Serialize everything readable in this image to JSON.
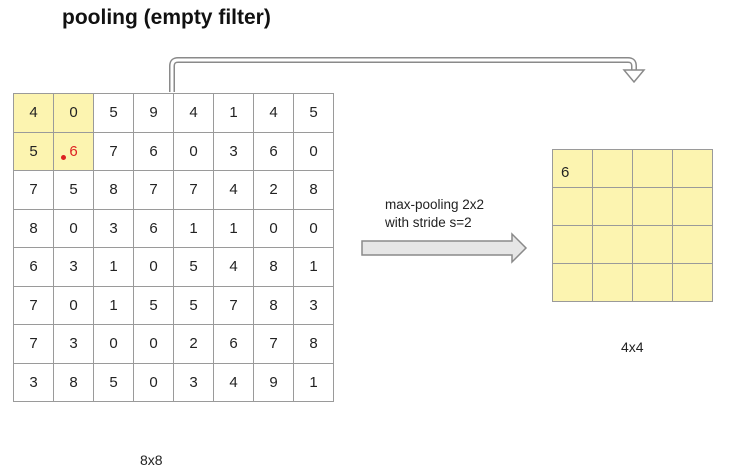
{
  "title": "pooling (empty filter)",
  "input": {
    "rows": [
      [
        "4",
        "0",
        "5",
        "9",
        "4",
        "1",
        "4",
        "5"
      ],
      [
        "5",
        "6",
        "7",
        "6",
        "0",
        "3",
        "6",
        "0"
      ],
      [
        "7",
        "5",
        "8",
        "7",
        "7",
        "4",
        "2",
        "8"
      ],
      [
        "8",
        "0",
        "3",
        "6",
        "1",
        "1",
        "0",
        "0"
      ],
      [
        "6",
        "3",
        "1",
        "0",
        "5",
        "4",
        "8",
        "1"
      ],
      [
        "7",
        "0",
        "1",
        "5",
        "5",
        "7",
        "8",
        "3"
      ],
      [
        "7",
        "3",
        "0",
        "0",
        "2",
        "6",
        "7",
        "8"
      ],
      [
        "3",
        "8",
        "5",
        "0",
        "3",
        "4",
        "9",
        "1"
      ]
    ],
    "size_label": "8x8",
    "highlight_color": "#fcf4b0",
    "max_color": "#dd2222"
  },
  "operation": {
    "line1": "max-pooling 2x2",
    "line2": "with stride s=2"
  },
  "output": {
    "rows": [
      [
        "6",
        "",
        "",
        ""
      ],
      [
        "",
        "",
        "",
        ""
      ],
      [
        "",
        "",
        "",
        ""
      ],
      [
        "",
        "",
        "",
        ""
      ]
    ],
    "size_label": "4x4",
    "fill_color": "#fcf4b0"
  }
}
